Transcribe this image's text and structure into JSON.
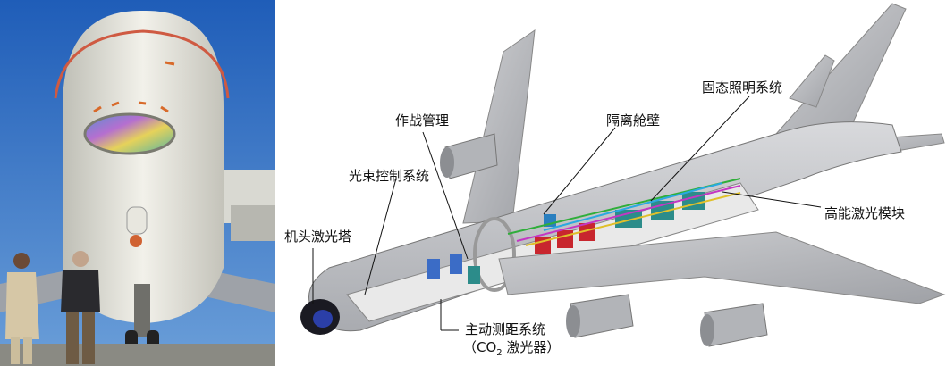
{
  "labels": {
    "nose_turret": "机头激光塔",
    "beam_control": "光束控制系统",
    "battle_management": "作战管理",
    "bulkhead": "隔离舱壁",
    "ssl": "固态照明系统",
    "hel_module": "高能激光模块",
    "active_ranging": "主动测距系统",
    "co2_laser_pre": "（CO",
    "co2_sub": "2",
    "co2_laser_post": " 激光器）"
  },
  "colors": {
    "sky": "#2f6fc2",
    "fuselage": "#c9cbcf",
    "cutaway": "#e6e6e6"
  }
}
